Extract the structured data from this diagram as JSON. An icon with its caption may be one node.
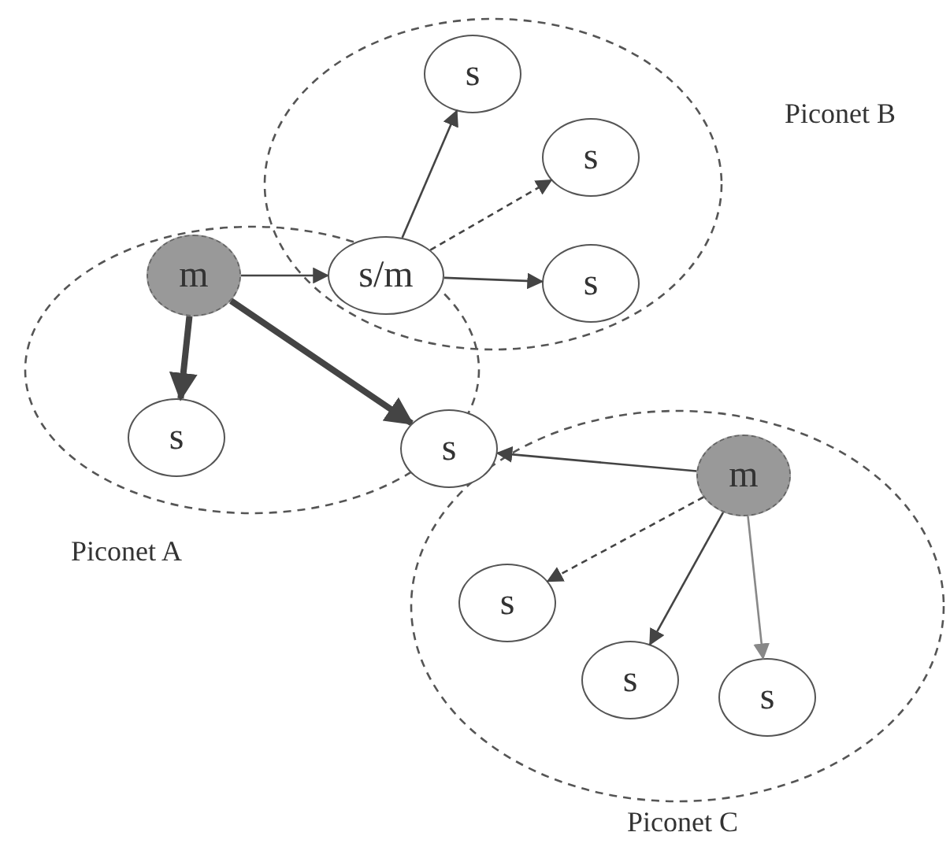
{
  "diagram": {
    "nodes": [
      {
        "text": [
          "Piconet B"
        ]
      },
      {
        "text": [
          "s"
        ],
        "in": 0
      },
      {
        "text": [
          "s"
        ],
        "in": 0
      },
      {
        "text": [
          "Piconet A"
        ]
      },
      {
        "text": [
          "m"
        ],
        "in": 3
      },
      {
        "text": [
          "s/m"
        ]
      },
      {
        "text": [
          "s"
        ],
        "in": 0
      },
      {
        "text": [
          "s"
        ],
        "in": 3
      },
      {
        "text": [
          "s"
        ]
      },
      {
        "text": [
          "Piconet C"
        ]
      },
      {
        "text": [
          "m"
        ],
        "in": 9
      },
      {
        "text": [
          "s"
        ],
        "in": 9
      },
      {
        "text": [
          "s"
        ],
        "in": 9
      },
      {
        "text": [
          "s"
        ],
        "in": 9
      }
    ],
    "edges": [
      {
        "from": 4,
        "to": 5,
        "arrow": "to"
      },
      {
        "from": 4,
        "to": 7,
        "arrow": "to",
        "style": "thick"
      },
      {
        "from": 4,
        "to": 8,
        "arrow": "to",
        "style": "thick"
      },
      {
        "from": 5,
        "to": 1,
        "arrow": "to"
      },
      {
        "from": 5,
        "to": 2,
        "arrow": "to",
        "style": "dashed"
      },
      {
        "from": 5,
        "to": 6,
        "arrow": "to"
      },
      {
        "from": 10,
        "to": 8,
        "arrow": "to"
      },
      {
        "from": 10,
        "to": 11,
        "arrow": "to",
        "style": "dashed"
      },
      {
        "from": 10,
        "to": 12,
        "arrow": "to"
      },
      {
        "from": 10,
        "to": 13,
        "arrow": "to",
        "color": "#888888"
      }
    ]
  }
}
